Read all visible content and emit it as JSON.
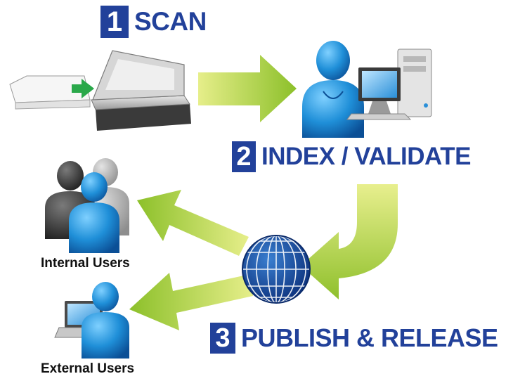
{
  "steps": [
    {
      "number": "1",
      "label": "SCAN"
    },
    {
      "number": "2",
      "label": "INDEX / VALIDATE"
    },
    {
      "number": "3",
      "label": "PUBLISH & RELEASE"
    }
  ],
  "users": {
    "internal": "Internal Users",
    "external": "External Users"
  },
  "icons": [
    "scanner-icon",
    "operator-icon",
    "computer-icon",
    "globe-icon",
    "user-group-icon",
    "laptop-icon",
    "external-user-icon",
    "arrow-icon"
  ],
  "colors": {
    "step_blue": "#22419a",
    "arrow_green": "#a6cf2e",
    "person_blue": "#1f8fd8"
  }
}
